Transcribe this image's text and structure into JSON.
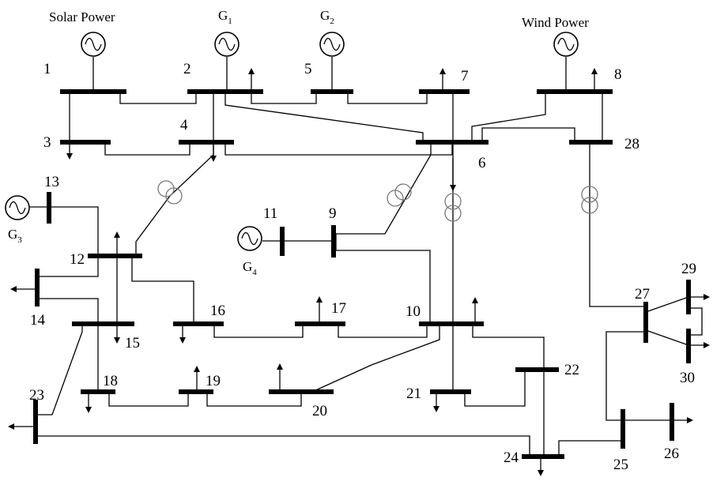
{
  "sources": {
    "solar": "Solar Power",
    "g1": "G",
    "g1_sub": "1",
    "g2": "G",
    "g2_sub": "2",
    "wind": "Wind Power",
    "g3": "G",
    "g3_sub": "3",
    "g4": "G",
    "g4_sub": "4"
  },
  "buses": [
    "1",
    "2",
    "3",
    "4",
    "5",
    "6",
    "7",
    "8",
    "9",
    "10",
    "11",
    "12",
    "13",
    "14",
    "15",
    "16",
    "17",
    "18",
    "19",
    "20",
    "21",
    "22",
    "23",
    "24",
    "25",
    "26",
    "27",
    "28",
    "29",
    "30"
  ],
  "icons": {
    "generator": "ac-generator-icon",
    "load": "load-arrow-icon",
    "transformer": "transformer-icon"
  }
}
